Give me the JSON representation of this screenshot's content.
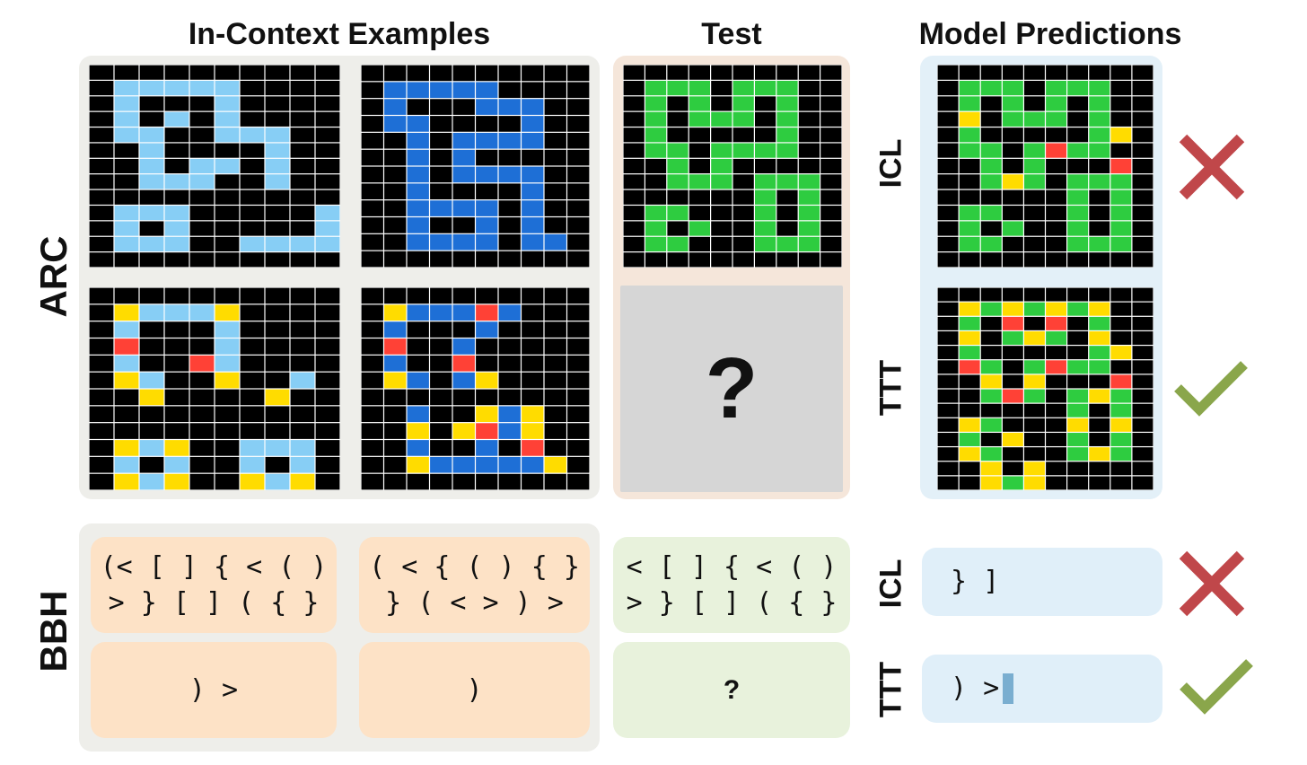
{
  "headers": {
    "in_context": "In-Context Examples",
    "test": "Test",
    "predictions": "Model Predictions"
  },
  "rows": {
    "arc": "ARC",
    "bbh": "BBH"
  },
  "methods": {
    "icl": "ICL",
    "ttt": "TTT"
  },
  "colors": {
    "black": "#000000",
    "gridline": "#ffffff",
    "light_blue": "#87cef5",
    "blue": "#1e6fd6",
    "green": "#2ecc40",
    "yellow": "#ffdc00",
    "red": "#ff4136",
    "cross_red": "#c0474a",
    "check_green": "#8aa64b"
  },
  "icons": {
    "incorrect": "cross-icon",
    "correct": "check-icon"
  },
  "arc": {
    "examples": [
      {
        "input_rows": [
          "..........",
          ".BBBBB....",
          ".B...B....",
          ".B.B.B....",
          ".BB..BBB..",
          "..B....B..",
          "..B.BB.B..",
          "..BBB..B..",
          "..........",
          ".BBB.....B",
          ".B.B.....B",
          ".BBB..BBBB",
          ".........."
        ],
        "output_rows": [
          "..........",
          ".YBBBY....",
          ".B...B....",
          ".R...B....",
          ".B..RB....",
          ".YB..Y..B.",
          "..Y....Y..",
          "..........",
          "..........",
          ".YBY..BBB.",
          ".B.B..B.B.",
          ".YBY..YBY."
        ]
      },
      {
        "input_rows": [
          "..........",
          ".DDDDD....",
          ".D...DDD..",
          ".DD....D..",
          "..D.DDDD..",
          "..D.D.....",
          "..D.DDDD..",
          "..D....D..",
          "..DDDD.D..",
          "..D..D.D..",
          "..DDDD.DD.",
          ".........."
        ],
        "output_rows": [
          "..........",
          ".YDDDRD...",
          ".D...D....",
          ".R..D.....",
          ".D..R.....",
          ".YD.DY....",
          "..........",
          "..D..YDY..",
          "..Y.YRDY..",
          "..D..D.R..",
          "..YDDDDDY.",
          ".........."
        ]
      }
    ],
    "test_input_rows": [
      "..........",
      ".GGG.GGG..",
      ".G.G.G.G..",
      ".G.GGG.G..",
      ".G.....G..",
      ".GG.GGGG..",
      "..G.G.....",
      "..GGG.GGG.",
      "......G.G.",
      ".GG...G.G.",
      ".G.G..G.G.",
      ".GG...GGG.",
      ".........."
    ],
    "test_output": "?",
    "icl_rows": [
      "..........",
      ".GGG.GGG..",
      ".G.G.G.G..",
      ".Y.GGG.G..",
      ".G.....GY.",
      ".GG.GRGG..",
      "..G.G...R.",
      "..GYG.GGG.",
      "......G.G.",
      ".GG...G.G.",
      ".G.G..G.G.",
      ".GG...GGG.",
      ".........."
    ],
    "ttt_rows": [
      "..........",
      ".YGYGYGY..",
      ".G.R.R.G..",
      ".Y.GYG.Y..",
      ".G.....GY.",
      ".RG.GRGG..",
      "..Y.Y...R.",
      "..GRG.GYG.",
      "......G.G.",
      ".YG...Y.Y.",
      ".G.Y..G.G.",
      ".YG...GYG.",
      "..Y.Y.....",
      "..YGY....."
    ]
  },
  "bbh": {
    "examples": [
      {
        "input": "(< [ ] { < ( )\n> } [ ] ( { }",
        "output": ") >"
      },
      {
        "input": "( < { ( ) { }\n} ( < > ) >",
        "output": ")"
      }
    ],
    "test_input": "< [ ] { < ( )\n> } [ ] ( { }",
    "test_output": "?",
    "icl_prediction": "} ]",
    "ttt_prediction": ") >"
  }
}
